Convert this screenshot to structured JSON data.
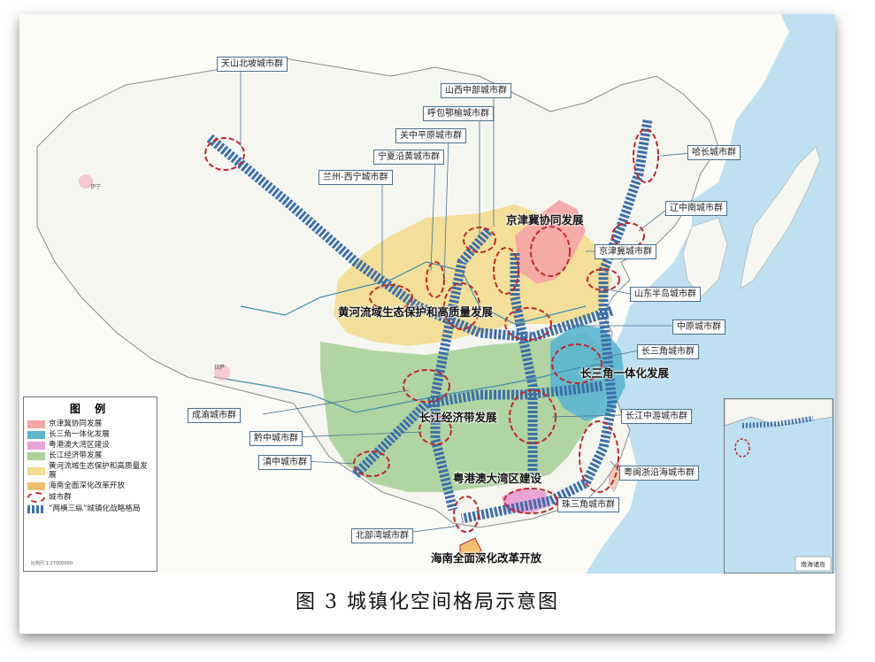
{
  "colors": {
    "jingjinji": "#f4a6a6",
    "changsanjiao": "#5bb6cf",
    "yuegangao": "#e9a3d6",
    "changjiang": "#a9d19a",
    "huanghe": "#f3dd8f",
    "hainan": "#f0c070",
    "corridor": "#3e6fa8",
    "cluster_ring": "#c0272d",
    "sea": "#bfe0f1"
  },
  "map": {
    "cluster_labels": [
      {
        "key": "tianshan",
        "text": "天山北坡城市群"
      },
      {
        "key": "shanxi",
        "text": "山西中部城市群"
      },
      {
        "key": "hubao",
        "text": "呼包鄂榆城市群"
      },
      {
        "key": "guanzhong",
        "text": "关中平原城市群"
      },
      {
        "key": "ningxia",
        "text": "宁夏沿黄城市群"
      },
      {
        "key": "lanxi",
        "text": "兰州-西宁城市群"
      },
      {
        "key": "haerbin",
        "text": "哈长城市群"
      },
      {
        "key": "liaozhongnan",
        "text": "辽中南城市群"
      },
      {
        "key": "jingjinji_cluster",
        "text": "京津冀城市群"
      },
      {
        "key": "shandong",
        "text": "山东半岛城市群"
      },
      {
        "key": "zhongyuan",
        "text": "中原城市群"
      },
      {
        "key": "changsanjiao_cluster",
        "text": "长三角城市群"
      },
      {
        "key": "changjiang_zhongyou",
        "text": "长江中游城市群"
      },
      {
        "key": "yuemin",
        "text": "粤闽浙沿海城市群"
      },
      {
        "key": "zhusanjiao",
        "text": "珠三角城市群"
      },
      {
        "key": "chengyu",
        "text": "成渝城市群"
      },
      {
        "key": "qianzhong",
        "text": "黔中城市群"
      },
      {
        "key": "dianzhong",
        "text": "滇中城市群"
      },
      {
        "key": "beibuwan",
        "text": "北部湾城市群"
      }
    ],
    "region_labels": {
      "jingjinji": "京津冀协同发展",
      "huanghe": "黄河流域生态保护和高质量发展",
      "changsanjiao": "长三角一体化发展",
      "changjiang": "长江经济带发展",
      "yuegangao": "粤港澳大湾区建设",
      "hainan": "海南全面深化改革开放"
    },
    "places": {
      "yining": "伊宁",
      "lasa": "拉萨"
    },
    "scale": "比例尺 1:27000000",
    "inset_title": "南海诸岛"
  },
  "legend": {
    "title": "图  例",
    "items": [
      {
        "label": "京津冀协同发展",
        "color": "#f4a6a6"
      },
      {
        "label": "长三角一体化发展",
        "color": "#5bb6cf"
      },
      {
        "label": "粤港澳大湾区建设",
        "color": "#e9a3d6"
      },
      {
        "label": "长江经济带发展",
        "color": "#a9d19a"
      },
      {
        "label": "黄河流域生态保护和高质量发展",
        "color": "#f3dd8f"
      },
      {
        "label": "海南全面深化改革开放",
        "color": "#f0c070"
      },
      {
        "label": "城市群",
        "color": "#c0272d"
      },
      {
        "label": "“两横三纵”城镇化战略格局",
        "color": "#3e6fa8"
      }
    ]
  },
  "caption": "图 3    城镇化空间格局示意图"
}
